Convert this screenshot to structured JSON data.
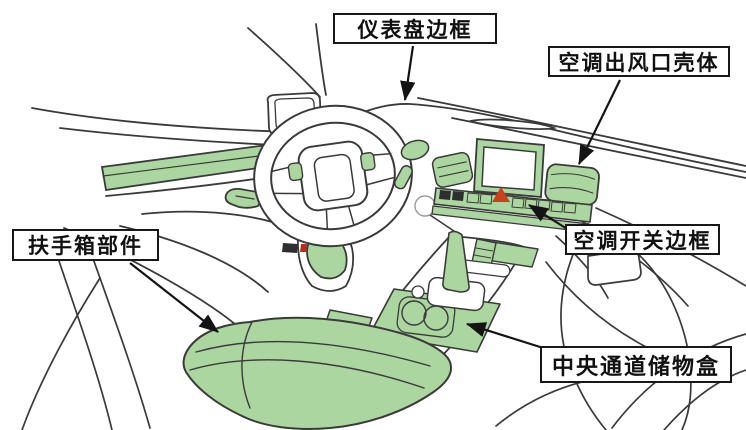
{
  "illustration": {
    "alt": "Car interior line drawing with highlighted trim parts",
    "style": "line-art"
  },
  "colors": {
    "background": "#ffffff",
    "line": "#3a3a3a",
    "highlight_green": "#abd6a0",
    "callout_border": "#181818",
    "hazard_red": "#c8401c",
    "switch_black": "#2e2e2e",
    "switch_red": "#bb2a18"
  },
  "labels": [
    {
      "id": "dashboard-frame",
      "text": "仪表盘边框"
    },
    {
      "id": "ac-outlet-housing",
      "text": "空调出风口壳体"
    },
    {
      "id": "ac-switch-frame",
      "text": "空调开关边框"
    },
    {
      "id": "armrest-box",
      "text": "扶手箱部件"
    },
    {
      "id": "center-storage-box",
      "text": "中央通道储物盒"
    }
  ]
}
